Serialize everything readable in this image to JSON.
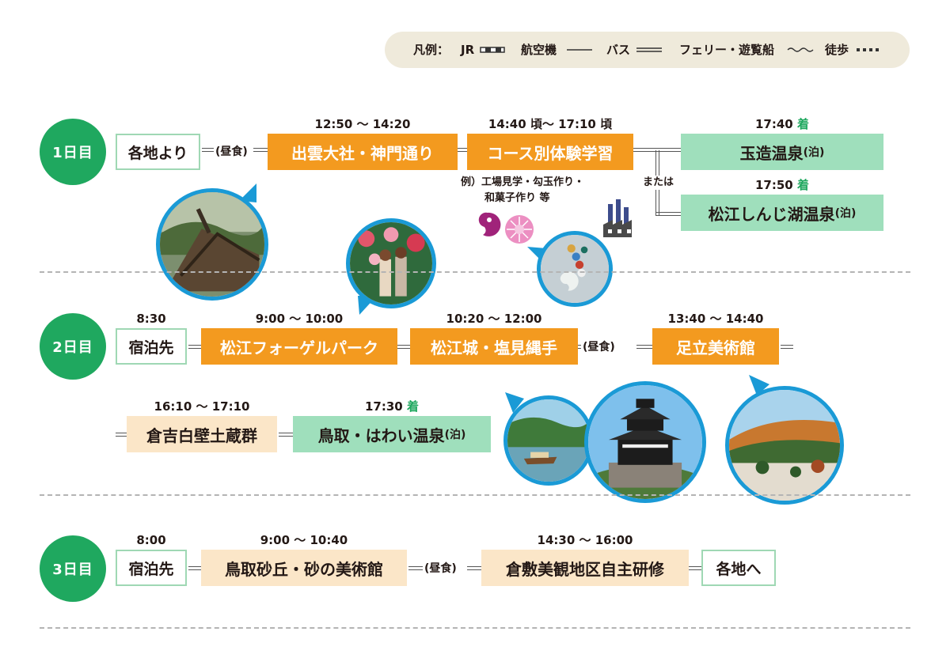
{
  "legend": {
    "title": "凡例：",
    "items": [
      {
        "label": "JR",
        "line": "jr-line-icon"
      },
      {
        "label": "航空機",
        "line": "single-line-icon"
      },
      {
        "label": "バス",
        "line": "double-line-icon"
      },
      {
        "label": "フェリー・遊覧船",
        "line": "wavy-line-icon"
      },
      {
        "label": "徒歩",
        "line": "dotted-line-icon"
      }
    ]
  },
  "colors": {
    "day_circle": "#1fa85f",
    "activity_orange": "#f39a1f",
    "lodging_green": "#9fdfbc",
    "peach": "#fbe6c8",
    "photo_border": "#1a9ad6",
    "start_border": "#9fd8b4"
  },
  "days": [
    {
      "label": "1日目",
      "start": "各地より",
      "lunch": "(昼食)",
      "stops": [
        {
          "time": "12:50 ～ 14:20",
          "name": "出雲大社・神門通り"
        },
        {
          "time": "14:40 頃～ 17:10 頃",
          "name": "コース別体験学習",
          "note_line1": "例）工場見学・勾玉作り・",
          "note_line2": "和菓子作り 等"
        }
      ],
      "alt_word": "または",
      "lodging": [
        {
          "time": "17:40",
          "arrive": "着",
          "name": "玉造温泉",
          "suffix": "(泊)"
        },
        {
          "time": "17:50",
          "arrive": "着",
          "name": "松江しんじ湖温泉",
          "suffix": "(泊)"
        }
      ]
    },
    {
      "label": "2日目",
      "start_time": "8:30",
      "start": "宿泊先",
      "lunch": "(昼食)",
      "stops": [
        {
          "time": "9:00 ～ 10:00",
          "name": "松江フォーゲルパーク"
        },
        {
          "time": "10:20 ～ 12:00",
          "name": "松江城・塩見縄手"
        },
        {
          "time": "13:40 ～ 14:40",
          "name": "足立美術館"
        },
        {
          "time": "16:10 ～ 17:10",
          "name": "倉吉白壁土蔵群"
        }
      ],
      "lodging": {
        "time": "17:30",
        "arrive": "着",
        "name": "鳥取・はわい温泉",
        "suffix": "(泊)"
      }
    },
    {
      "label": "3日目",
      "start_time": "8:00",
      "start": "宿泊先",
      "lunch": "(昼食)",
      "stops": [
        {
          "time": "9:00 ～ 10:40",
          "name": "鳥取砂丘・砂の美術館"
        },
        {
          "time": "14:30 ～ 16:00",
          "name": "倉敷美観地区自主研修"
        }
      ],
      "end": "各地へ"
    }
  ]
}
